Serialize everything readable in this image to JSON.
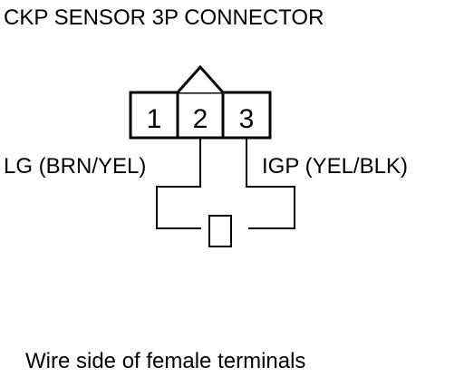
{
  "title": "CKP SENSOR 3P CONNECTOR",
  "connector": {
    "pins": [
      "1",
      "2",
      "3"
    ]
  },
  "wires": {
    "left_label": "LG (BRN/YEL)",
    "right_label": "IGP (YEL/BLK)"
  },
  "caption": "Wire side of female terminals"
}
